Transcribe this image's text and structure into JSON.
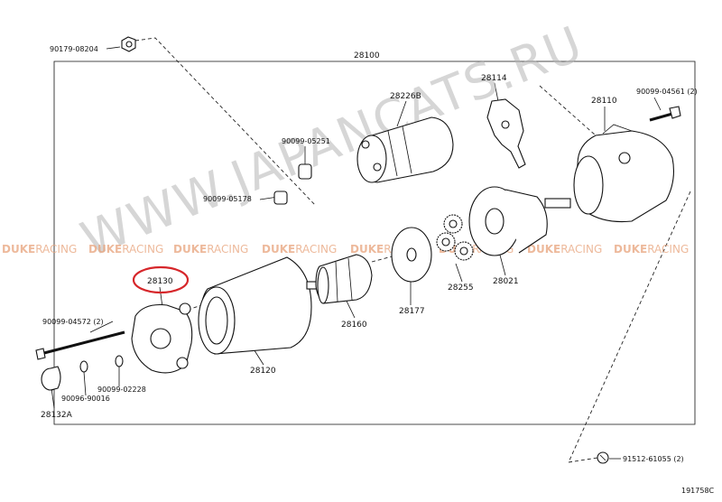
{
  "watermark": {
    "main": "WWW.JAPANCATS.RU",
    "strip_left": "DUKE",
    "strip_right": "RACING"
  },
  "figure_code": "191758C",
  "highlight_color": "#d6262a",
  "labels": [
    {
      "id": "90179-08204",
      "text": "90179-08204"
    },
    {
      "id": "28100",
      "text": "28100"
    },
    {
      "id": "28226B",
      "text": "28226B"
    },
    {
      "id": "28114",
      "text": "28114"
    },
    {
      "id": "90099-04561",
      "text": "90099-04561 (2)"
    },
    {
      "id": "28110",
      "text": "28110"
    },
    {
      "id": "90099-05251",
      "text": "90099-05251"
    },
    {
      "id": "90099-05178",
      "text": "90099-05178"
    },
    {
      "id": "28130",
      "text": "28130"
    },
    {
      "id": "28160",
      "text": "28160"
    },
    {
      "id": "28177",
      "text": "28177"
    },
    {
      "id": "28255",
      "text": "28255"
    },
    {
      "id": "28021",
      "text": "28021"
    },
    {
      "id": "90099-04572",
      "text": "90099-04572 (2)"
    },
    {
      "id": "28120",
      "text": "28120"
    },
    {
      "id": "90099-02228",
      "text": "90099-02228"
    },
    {
      "id": "90096-90016",
      "text": "90096-90016"
    },
    {
      "id": "28132A",
      "text": "28132A"
    },
    {
      "id": "91512-61055",
      "text": "91512-61055 (2)"
    }
  ]
}
